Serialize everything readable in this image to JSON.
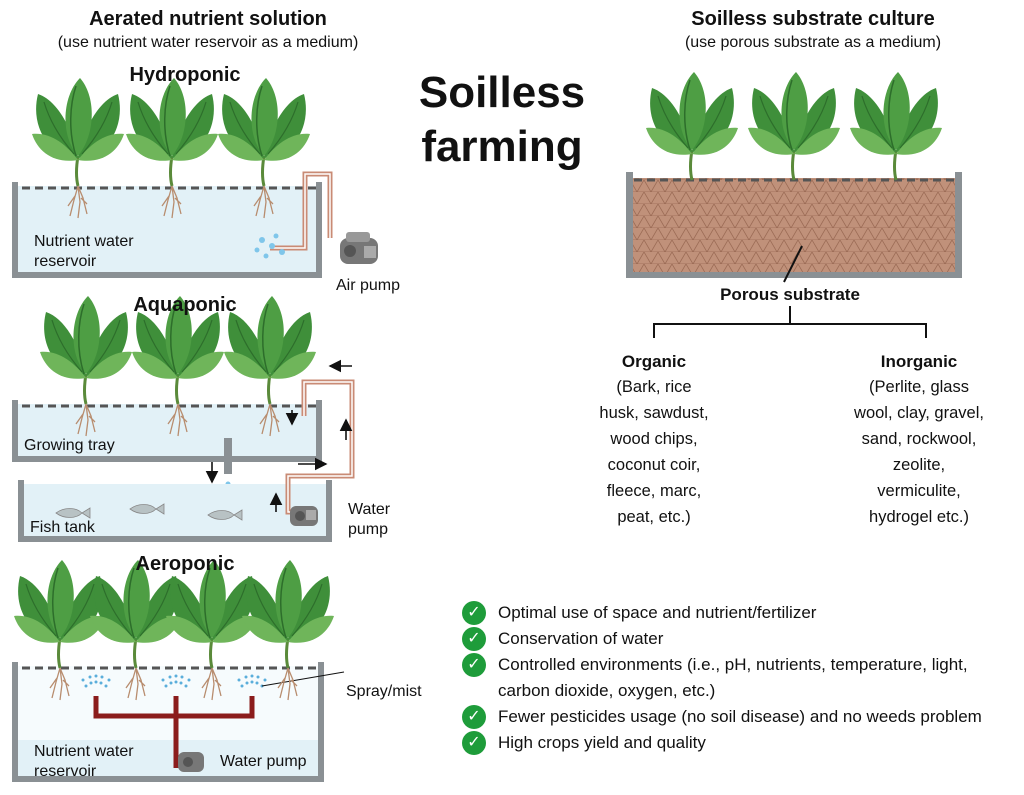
{
  "left_header": {
    "title": "Aerated nutrient solution",
    "subtitle": "(use nutrient water reservoir as a medium)"
  },
  "right_header": {
    "title": "Soilless substrate culture",
    "subtitle": "(use porous substrate as a medium)"
  },
  "main_title": {
    "line1": "Soilless",
    "line2": "farming"
  },
  "hydroponic": {
    "title": "Hydroponic",
    "reservoir_line1": "Nutrient water",
    "reservoir_line2": "reservoir",
    "pump": "Air pump"
  },
  "aquaponic": {
    "title": "Aquaponic",
    "tray": "Growing tray",
    "tank": "Fish tank",
    "pump_line1": "Water",
    "pump_line2": "pump"
  },
  "aeroponic": {
    "title": "Aeroponic",
    "spray": "Spray/mist",
    "reservoir_line1": "Nutrient water",
    "reservoir_line2": "reservoir",
    "pump": "Water pump"
  },
  "substrate": {
    "label": "Porous substrate",
    "organic_title": "Organic",
    "organic_lines": [
      "(Bark, rice",
      "husk, sawdust,",
      "wood chips,",
      "coconut coir,",
      "fleece, marc,",
      "peat, etc.)"
    ],
    "inorganic_title": "Inorganic",
    "inorganic_lines": [
      "(Perlite, glass",
      "wool, clay, gravel,",
      "sand, rockwool,",
      "zeolite,",
      "vermiculite,",
      "hydrogel etc.)"
    ]
  },
  "benefits": [
    "Optimal use of space and nutrient/fertilizer",
    "Conservation of water",
    "Controlled environments (i.e., pH, nutrients, temperature, light, carbon dioxide, oxygen, etc.)",
    "Fewer pesticides usage (no soil disease) and no weeds problem",
    "High crops yield and quality"
  ],
  "icons": {
    "benefit_marker": "check-circle-icon",
    "check_glyph": "✓"
  },
  "colors": {
    "leaf": "#3f8f3a",
    "leaf_dark": "#2d6e2b",
    "leaf_light": "#6fb55a",
    "water": "#dff0f8",
    "tank_wall": "#8a9094",
    "pipe": "#c98b75",
    "substrate": "#b9836c",
    "red_pipe": "#8b1c1c",
    "check": "#1e9c3a"
  }
}
